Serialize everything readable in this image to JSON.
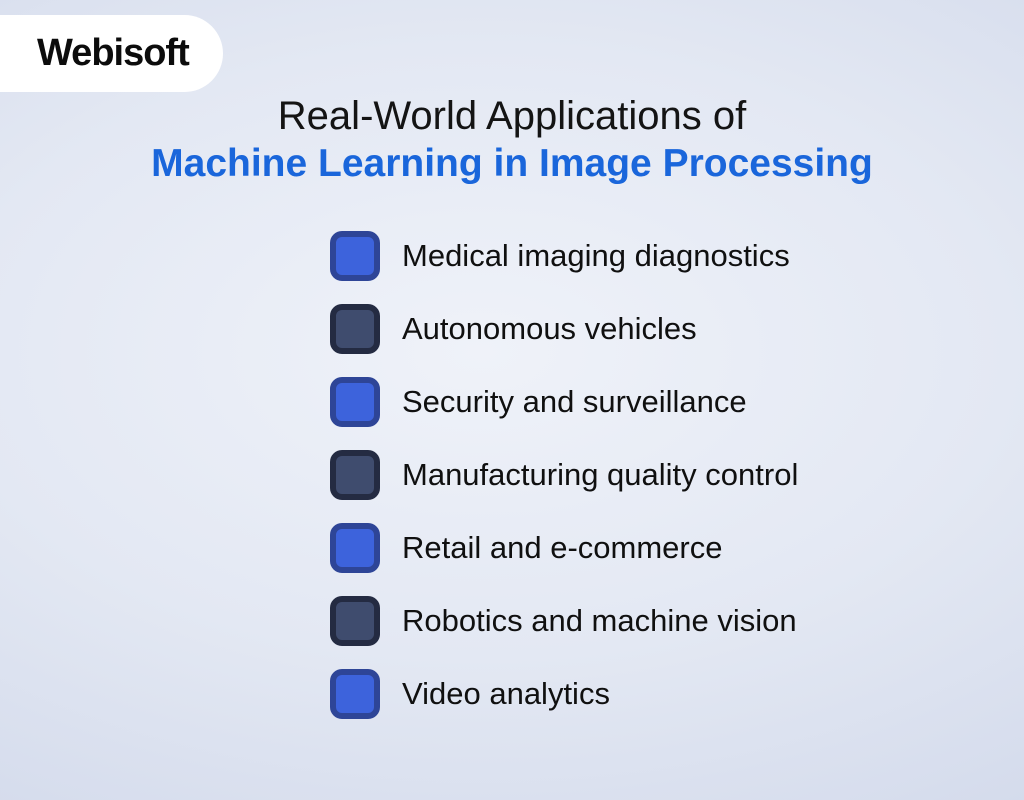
{
  "logo": {
    "text": "Webisoft"
  },
  "title": {
    "line1": "Real-World Applications of",
    "line2": "Machine Learning in Image Processing"
  },
  "list": {
    "items": [
      {
        "label": "Medical imaging diagnostics",
        "variant": "blue"
      },
      {
        "label": "Autonomous vehicles",
        "variant": "dark"
      },
      {
        "label": "Security and surveillance",
        "variant": "blue"
      },
      {
        "label": "Manufacturing quality control",
        "variant": "dark"
      },
      {
        "label": "Retail and e-commerce",
        "variant": "blue"
      },
      {
        "label": "Robotics and machine vision",
        "variant": "dark"
      },
      {
        "label": "Video analytics",
        "variant": "blue"
      }
    ]
  },
  "colors": {
    "title_accent": "#1a66db",
    "bullet_blue_fill": "#3d63dc",
    "bullet_blue_border": "#2e4597",
    "bullet_dark_fill": "#3f4c6e",
    "bullet_dark_border": "#242b42",
    "background_center": "#eff2f9",
    "background_edge": "#ccd4e8",
    "logo_background": "#ffffff",
    "text_primary": "#141414"
  }
}
